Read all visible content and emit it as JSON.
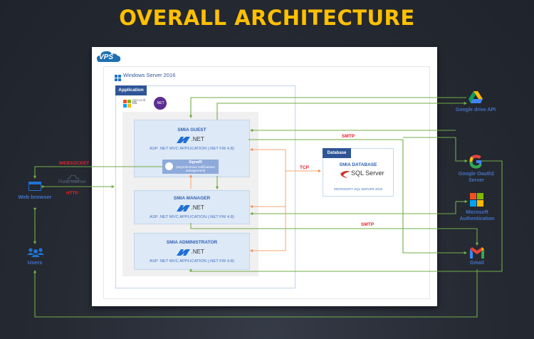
{
  "title": "OVERALL ARCHITECTURE",
  "vps": {
    "label": "VPS"
  },
  "server": {
    "label": "Windows Server 2016"
  },
  "application": {
    "tag": "Application",
    "iis_label_1": "Microsoft",
    "iis_label_2": "IIS",
    "dotnet_badge": ".NET"
  },
  "services": [
    {
      "name": "SMIA GUEST",
      "framework": ".NET",
      "desc": "ASP .NET MVC APPLICATION (.NET FW 4.8)"
    },
    {
      "name": "SMIA MANAGER",
      "framework": ".NET",
      "desc": "ASP .NET MVC APPLICATION (.NET FW 4.8)"
    },
    {
      "name": "SMIA ADMINISTRATOR",
      "framework": ".NET",
      "desc": "ASP .NET MVC APPLICATION (.NET FW 4.8)"
    }
  ],
  "signalr": {
    "title": "SignalR",
    "desc": "(asynchronous notifications management)"
  },
  "database": {
    "tag": "Database",
    "name": "SMIA DATABASE",
    "logo": "SQL Server",
    "desc": "MICROSOFT SQL SERVER 2019"
  },
  "external": {
    "drive": "Google drive API",
    "oauth": "Google Oauth2 Server",
    "microsoft": "Microsoft Authentication",
    "gmail": "Gmail"
  },
  "clients": {
    "browser": "Web browser",
    "users": "Users",
    "internet": "Public Internet"
  },
  "protocols": {
    "websocket": "WEBSOCKET",
    "http": "HTTP",
    "tcp": "TCP",
    "smtp1": "SMTP",
    "smtp2": "SMTP"
  },
  "colors": {
    "title": "#ffc000",
    "line_green": "#70ad47",
    "line_orange": "#f4a672",
    "protocol_red": "#e8202a",
    "accent_blue": "#2f5597"
  }
}
